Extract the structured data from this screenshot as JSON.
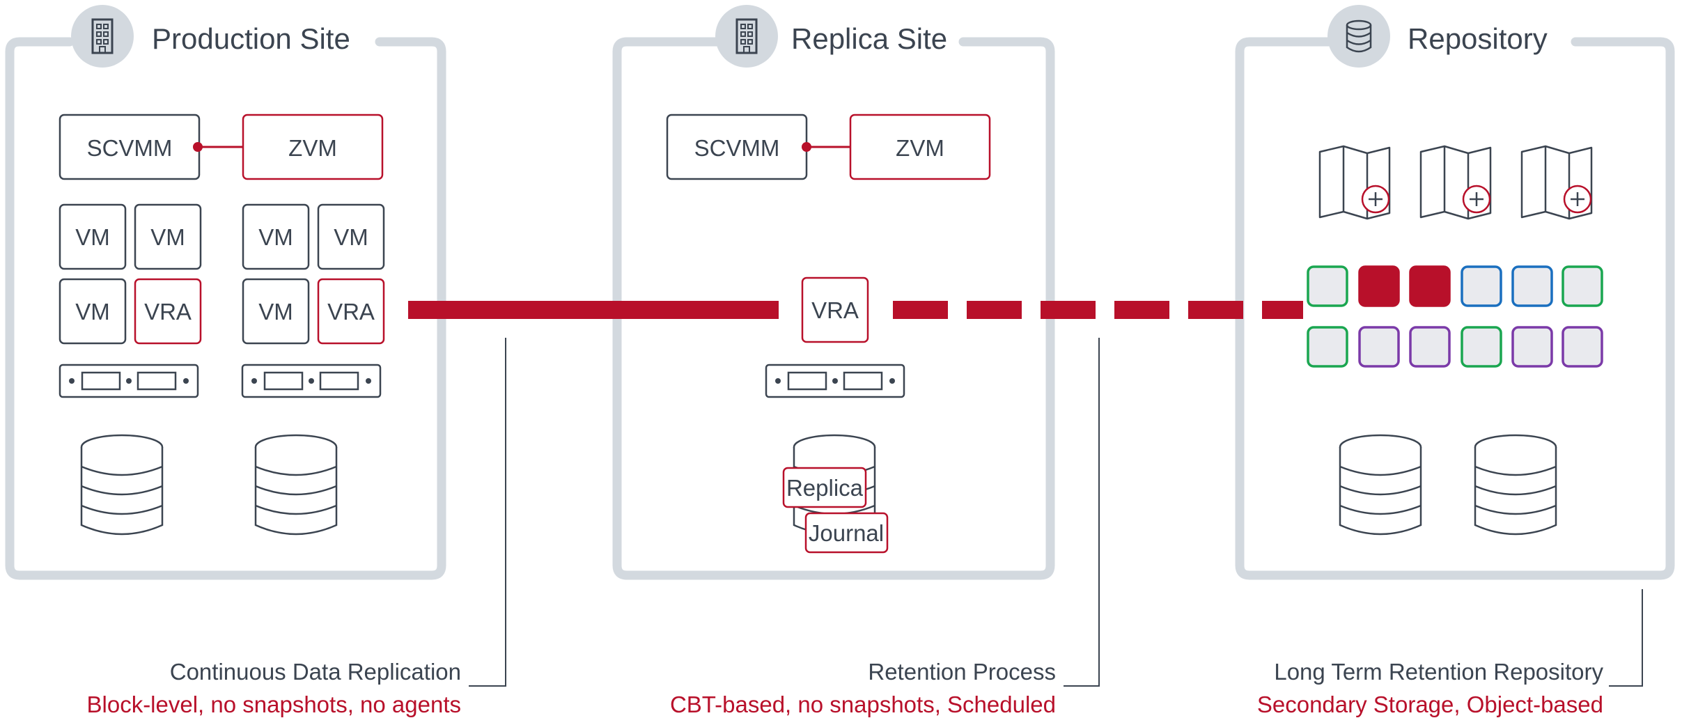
{
  "sites": {
    "production": {
      "title": "Production Site",
      "icon": "building-icon"
    },
    "replica": {
      "title": "Replica Site",
      "icon": "building-icon"
    },
    "repository": {
      "title": "Repository",
      "icon": "database-icon"
    }
  },
  "production": {
    "scvmm": "SCVMM",
    "zvm": "ZVM",
    "hosts": [
      {
        "vms": [
          "VM",
          "VM",
          "VM"
        ],
        "vra": "VRA"
      },
      {
        "vms": [
          "VM",
          "VM",
          "VM"
        ],
        "vra": "VRA"
      }
    ]
  },
  "replica": {
    "scvmm": "SCVMM",
    "zvm": "ZVM",
    "vra": "VRA",
    "replica_label": "Replica",
    "journal_label": "Journal"
  },
  "callouts": {
    "cdr": {
      "title": "Continuous Data Replication",
      "subtitle": "Block-level, no snapshots, no agents"
    },
    "retention": {
      "title": "Retention Process",
      "subtitle": "CBT-based, no snapshots, Scheduled"
    },
    "ltr": {
      "title": "Long Term Retention Repository",
      "subtitle": "Secondary Storage, Object-based"
    }
  },
  "colors": {
    "accent_red": "#b8102a",
    "frame_gray": "#d3d9df",
    "line_gray": "#3b4450",
    "block_gray": "#e9eaee",
    "block_green": "#1aa650",
    "block_blue": "#1a6fbf",
    "block_purple": "#7b3aa8"
  },
  "repository": {
    "map_icons": [
      "map-plus-icon",
      "map-plus-icon",
      "map-plus-icon"
    ],
    "blocks_row1": [
      "green",
      "red",
      "red",
      "blue",
      "blue",
      "green"
    ],
    "blocks_row2": [
      "green",
      "purple",
      "purple",
      "green",
      "purple",
      "purple"
    ]
  }
}
